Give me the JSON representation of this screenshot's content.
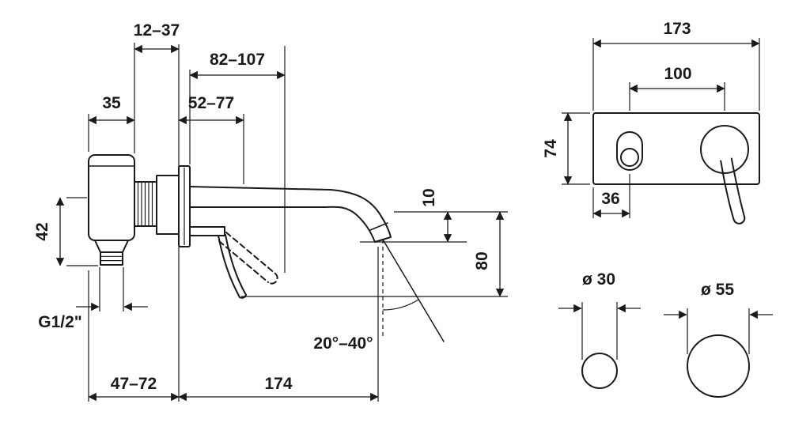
{
  "colors": {
    "background": "#ffffff",
    "line": "#1a1a1a"
  },
  "side_view": {
    "labels": {
      "depth_adjust": "12–37",
      "wall_range": "82–107",
      "body_width": "35",
      "trim_range": "52–77",
      "body_height": "42",
      "outlet_offset": "10",
      "outlet_height": "80",
      "connection_thread": "G1/2\"",
      "spray_angle": "20°–40°",
      "left_projection": "47–72",
      "spout_projection": "174"
    }
  },
  "front_view": {
    "labels": {
      "plate_width": "173",
      "hole_spacing": "100",
      "plate_height": "74",
      "edge_to_outlet": "36"
    }
  },
  "detail_view": {
    "labels": {
      "spout_diameter": "ø 30",
      "handle_diameter": "ø 55"
    }
  }
}
